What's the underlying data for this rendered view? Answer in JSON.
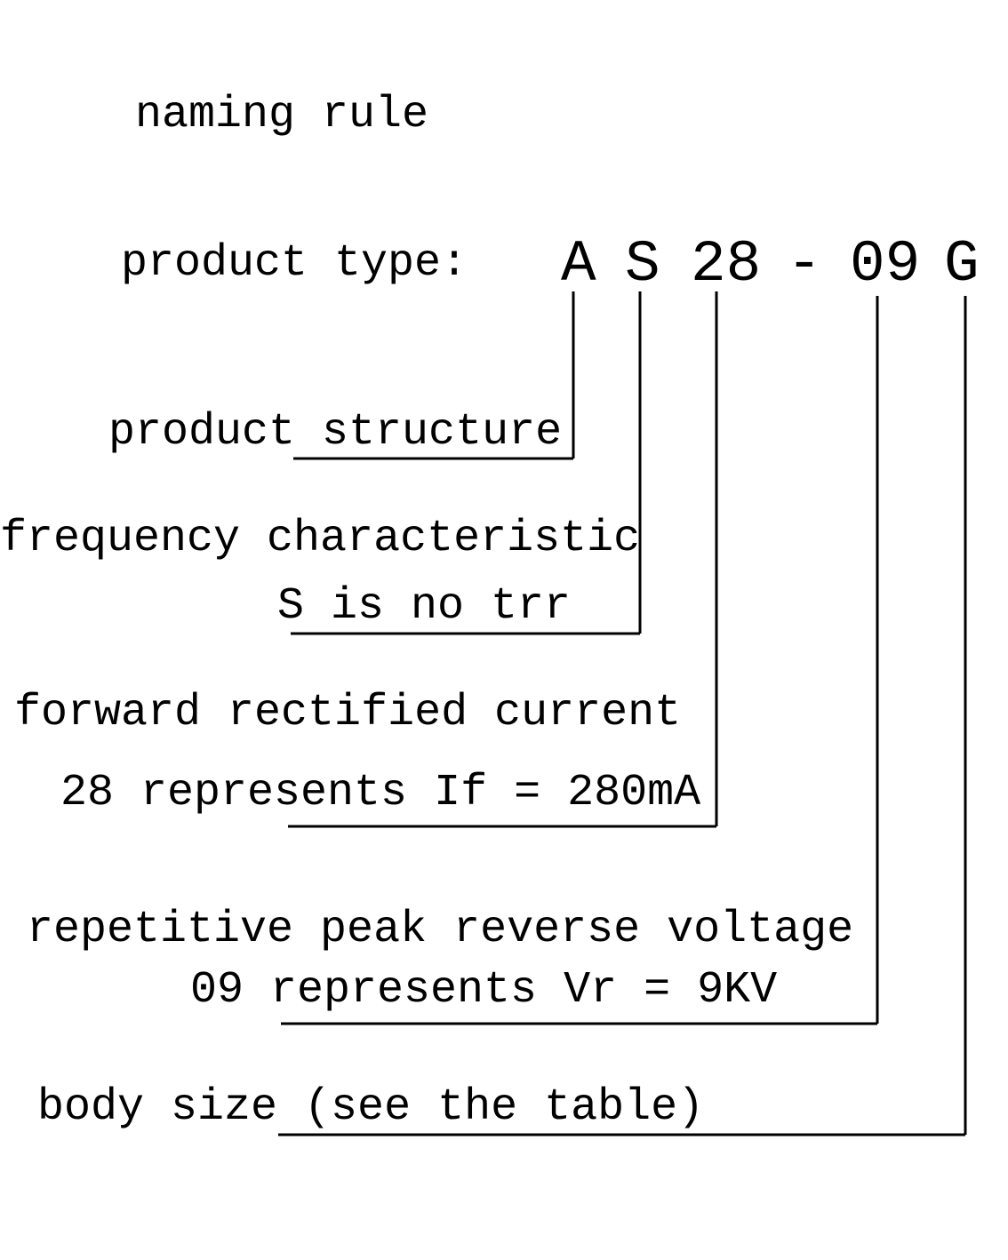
{
  "title": "naming rule",
  "product_type_label": "product type:",
  "code": {
    "c1": "A",
    "c2": "S",
    "c3": "28",
    "c4": "-",
    "c5": "09",
    "c6": "G"
  },
  "items": {
    "structure": "product structure",
    "frequency": "frequency characteristic",
    "frequency_note": "S is no trr",
    "current": "forward rectified current",
    "current_note": "28 represents If = 280mA",
    "voltage": "repetitive peak reverse voltage",
    "voltage_note": "09 represents Vr = 9KV",
    "body_size": "body size (see the table)"
  },
  "colors": {
    "ink": "#000000",
    "background": "#ffffff"
  }
}
